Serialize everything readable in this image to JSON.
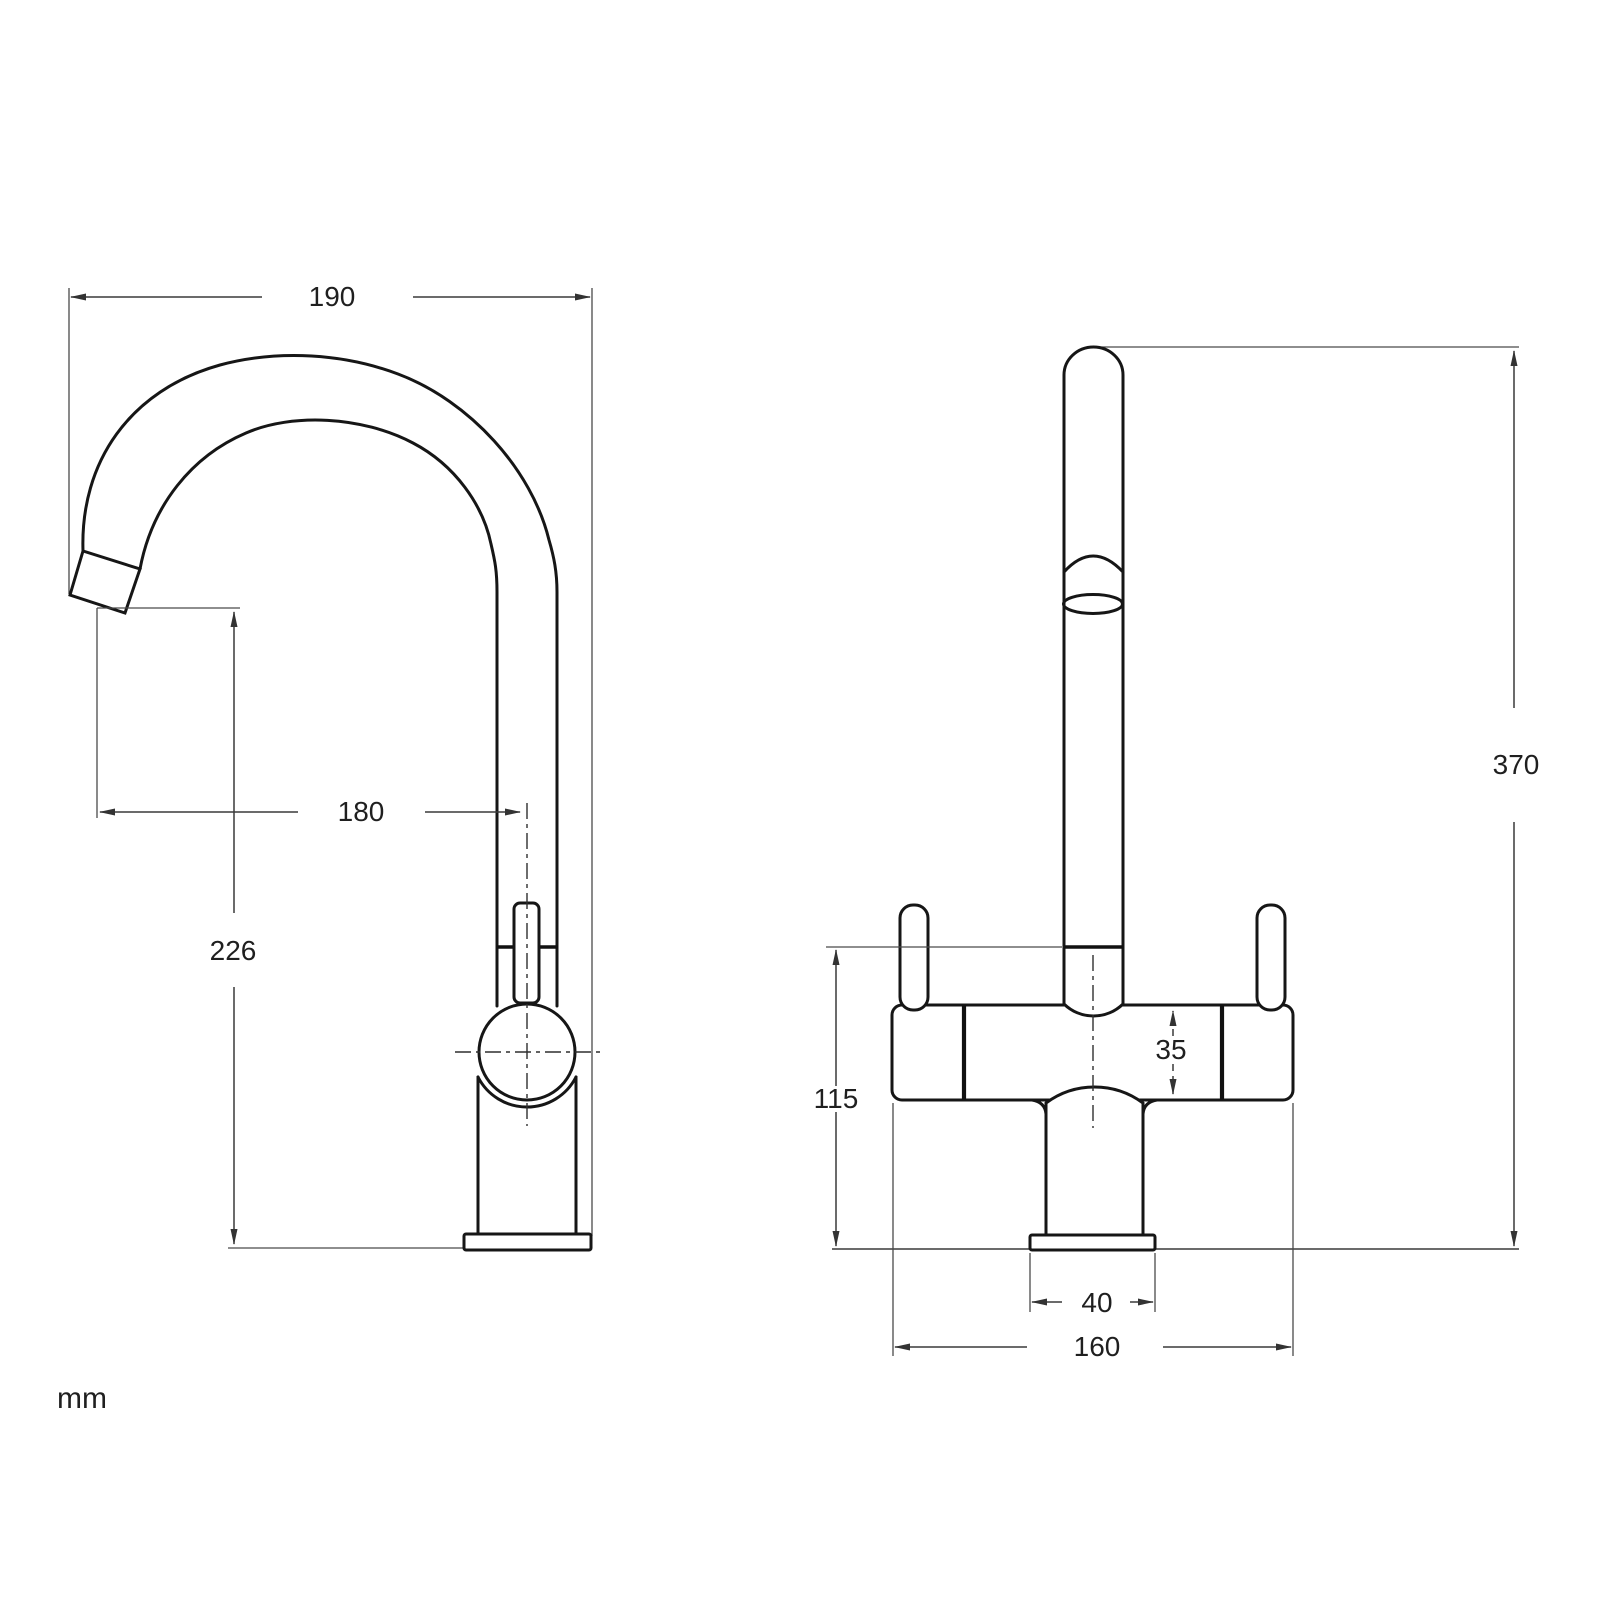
{
  "drawing": {
    "units_label": "mm",
    "line_color": "#161616",
    "dimension_color": "#3a3a3a",
    "background_color": "#ffffff",
    "views": {
      "side": {
        "title": "side-profile-view",
        "dimensions": {
          "spout_width": {
            "value": "190"
          },
          "spout_reach": {
            "value": "180"
          },
          "spout_height": {
            "value": "226"
          }
        }
      },
      "front": {
        "title": "front-elevation-view",
        "dimensions": {
          "overall_height": {
            "value": "370"
          },
          "body_height": {
            "value": "115"
          },
          "body_bar_height": {
            "value": "35"
          },
          "base_width": {
            "value": "40"
          },
          "handle_spread": {
            "value": "160"
          }
        }
      }
    }
  }
}
